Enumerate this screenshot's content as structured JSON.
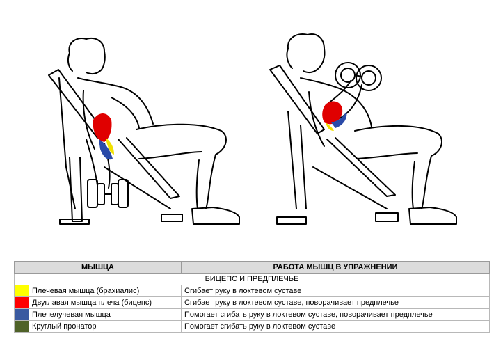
{
  "table": {
    "headers": {
      "muscle": "МЫШЦА",
      "work": "РАБОТА МЫШЦ В УПРАЖНЕНИИ"
    },
    "group": "БИЦЕПС И ПРЕДПЛЕЧЬЕ",
    "rows": [
      {
        "color": "#ffff00",
        "muscle": "Плечевая мышца (брахиалис)",
        "work": "Сгибает руку в локтевом суставе"
      },
      {
        "color": "#ff0000",
        "muscle": "Двуглавая мышца плеча (бицепс)",
        "work": "Сгибает руку в локтевом суставе, поворачивает  предплечье"
      },
      {
        "color": "#3a5aa0",
        "muscle": "Плечелучевая мышца",
        "work": "Помогает сгибать руку в локтевом суставе, поворачивает предплечье"
      },
      {
        "color": "#4f6228",
        "muscle": "Круглый пронатор",
        "work": "Помогает сгибать руку в локтевом суставе"
      }
    ]
  }
}
